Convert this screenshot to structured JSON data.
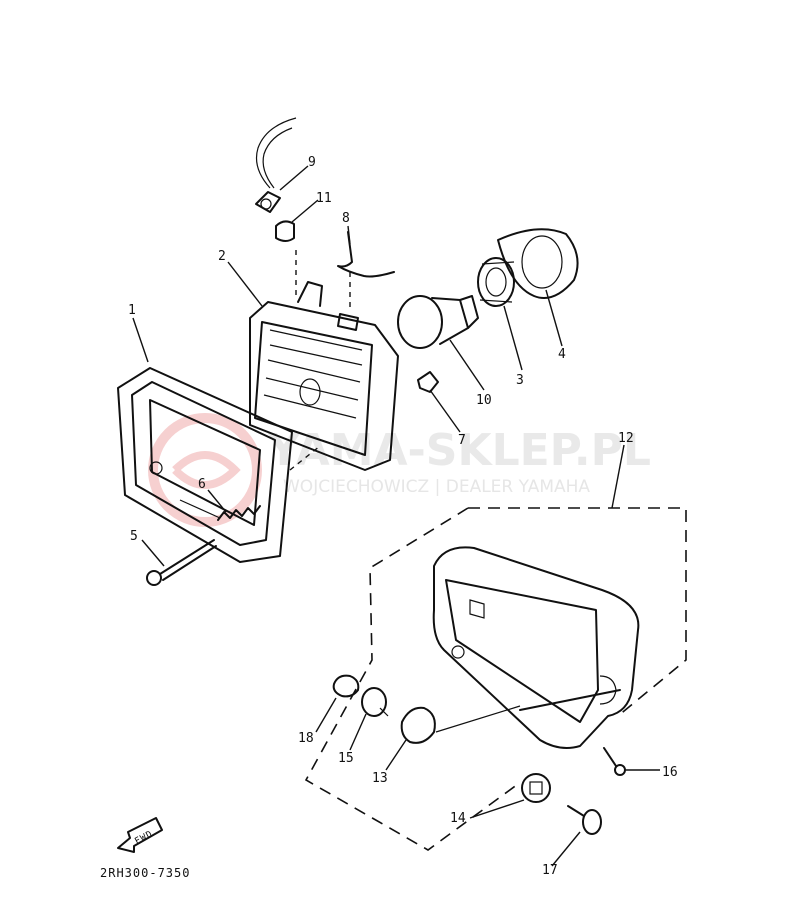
{
  "diagram_code": "2RH300-7350",
  "fwd_label": "FWD",
  "watermark": {
    "title": "YAMA-SKLEP.PL",
    "subtitle": "WOJCIECHOWICZ | DEALER YAMAHA"
  },
  "callouts": [
    "1",
    "2",
    "3",
    "4",
    "5",
    "6",
    "7",
    "8",
    "9",
    "10",
    "11",
    "12",
    "13",
    "14",
    "15",
    "16",
    "17",
    "18"
  ]
}
